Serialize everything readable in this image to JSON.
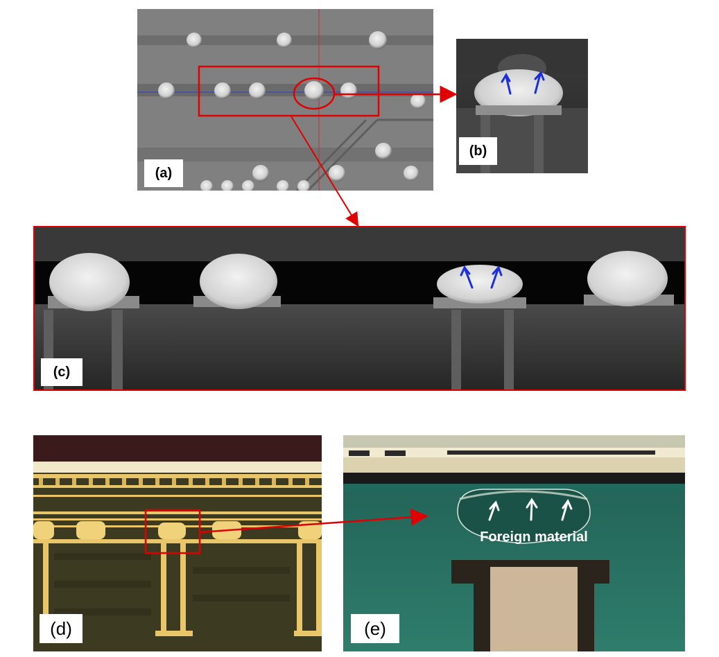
{
  "panels": {
    "a": {
      "label": "(a)"
    },
    "b": {
      "label": "(b)"
    },
    "c": {
      "label": "(c)"
    },
    "d": {
      "label": "(d)"
    },
    "e": {
      "label": "(e)",
      "annotation": "Foreign material"
    }
  },
  "colors": {
    "highlight": "#e00000",
    "arrow_blue": "#1a2ee0",
    "arrow_white": "#ffffff",
    "xray_bg": "#7e7e7e",
    "copper": "#e9c66a",
    "laminate": "#3d3a22",
    "resin": "#1e6a5c"
  }
}
